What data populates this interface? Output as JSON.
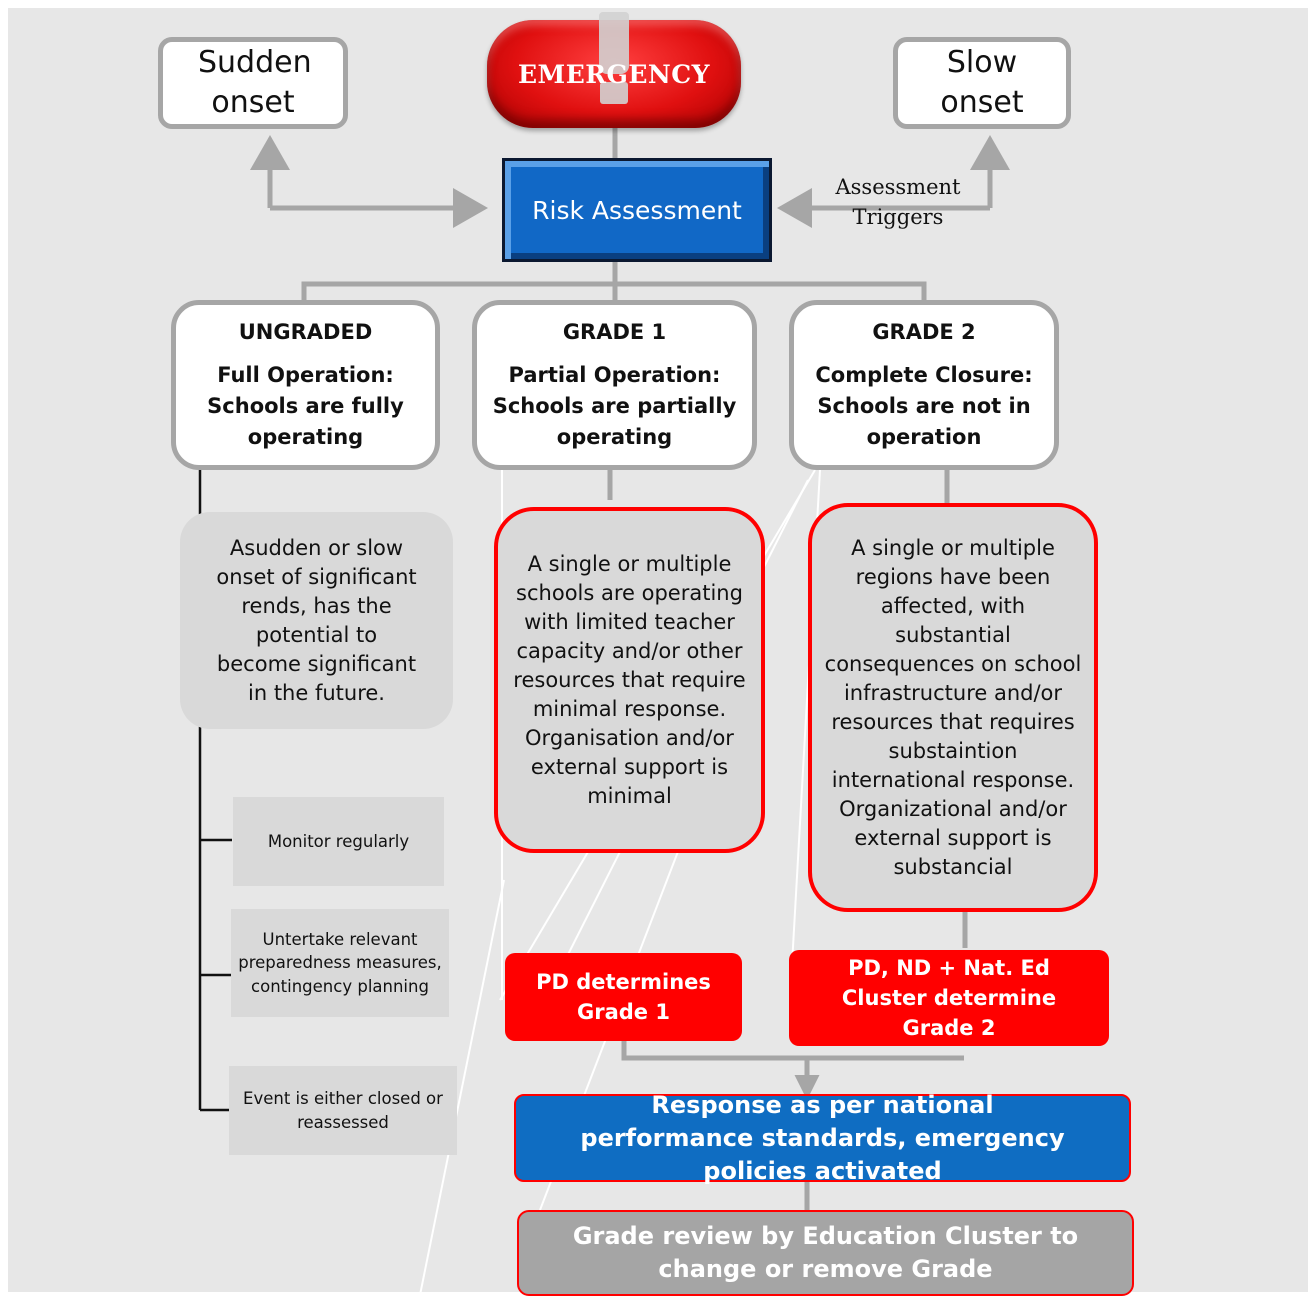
{
  "onset": {
    "sudden": "Sudden onset",
    "slow": "Slow onset"
  },
  "emergency": {
    "label": "EMERGENCY"
  },
  "risk_assessment": {
    "label": "Risk Assessment"
  },
  "assessment_triggers": {
    "label": "Assessment Triggers"
  },
  "grades": [
    {
      "title": "UNGRADED",
      "subtitle": "Full Operation: Schools are fully operating"
    },
    {
      "title": "GRADE 1",
      "subtitle": "Partial Operation: Schools are partially operating"
    },
    {
      "title": "GRADE 2",
      "subtitle": "Complete Closure: Schools are not in operation"
    }
  ],
  "descriptions": {
    "ungraded": "Asudden or slow onset of significant rends, has the potential to become significant in the future.",
    "grade1": "A single or multiple schools are operating with limited teacher capacity and/or other resources that require minimal response. Organisation and/or external support is minimal",
    "grade2": "A single or multiple regions have been affected, with substantial consequences on school infrastructure and/or resources that requires substaintion international response. Organizational and/or external support is substancial"
  },
  "actions": [
    "Monitor regularly",
    "Untertake relevant preparedness measures, contingency planning",
    "Event is either closed or reassessed"
  ],
  "determine": {
    "grade1": "PD determines Grade 1",
    "grade2": "PD, ND + Nat. Ed Cluster determine Grade 2"
  },
  "response": {
    "label": "Response as per national performance standards, emergency policies activated"
  },
  "review": {
    "label": "Grade review by Education Cluster to change or remove Grade"
  },
  "colors": {
    "red": "#ff0000",
    "blue": "#0f6dc2",
    "connector_grey": "#a6a6a6",
    "background": "#e7e7e7"
  }
}
